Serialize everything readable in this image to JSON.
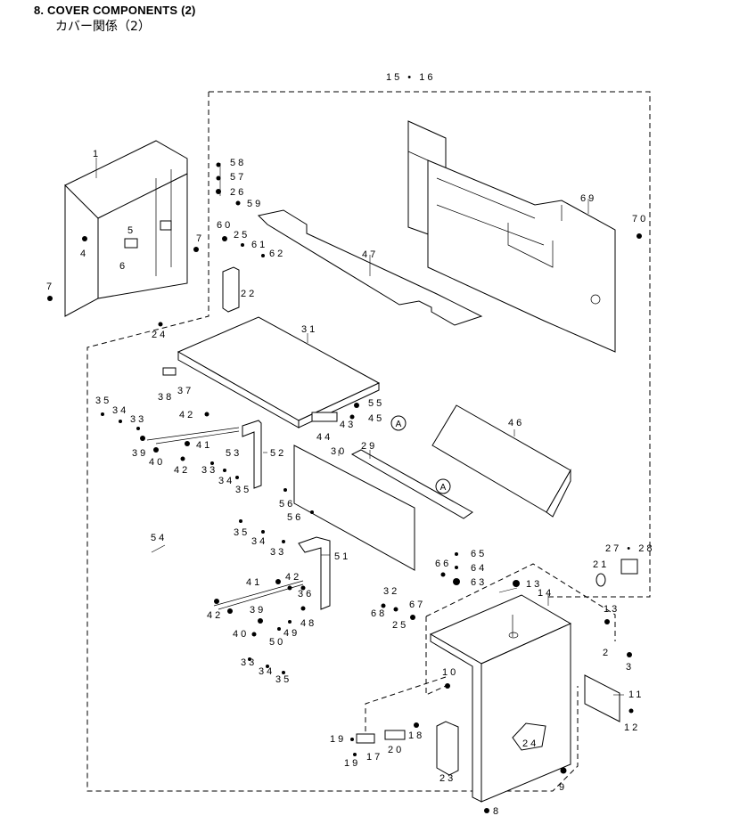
{
  "header": {
    "title": "8.  COVER COMPONENTS (2)",
    "subtitle": "カバー関係（2）"
  },
  "callouts": {
    "c1": "1",
    "c2": "2",
    "c3": "3",
    "c4": "4",
    "c5": "5",
    "c6": "6",
    "c7a": "7",
    "c7b": "7",
    "c8": "8",
    "c9": "9",
    "c10": "10",
    "c11": "11",
    "c12": "12",
    "c13a": "13",
    "c13b": "13",
    "c14": "14",
    "c1516": "15 • 16",
    "c17": "17",
    "c18": "18",
    "c19a": "19",
    "c19b": "19",
    "c20": "20",
    "c21": "21",
    "c22": "22",
    "c23": "23",
    "c24a": "24",
    "c24b": "24",
    "c25a": "25",
    "c25b": "25",
    "c26": "26",
    "c2728": "27 • 28",
    "c29": "29",
    "c30": "30",
    "c31": "31",
    "c32": "32",
    "c33a": "33",
    "c33b": "33",
    "c33c": "33",
    "c33d": "33",
    "c34a": "34",
    "c34b": "34",
    "c34c": "34",
    "c34d": "34",
    "c35a": "35",
    "c35b": "35",
    "c35c": "35",
    "c35d": "35",
    "c36": "36",
    "c37": "37",
    "c38": "38",
    "c39a": "39",
    "c39b": "39",
    "c40a": "40",
    "c40b": "40",
    "c41a": "41",
    "c41b": "41",
    "c42a": "42",
    "c42b": "42",
    "c42c": "42",
    "c42d": "42",
    "c43": "43",
    "c44": "44",
    "c45": "45",
    "c46": "46",
    "c47": "47",
    "c48": "48",
    "c49": "49",
    "c50": "50",
    "c51": "51",
    "c52": "52",
    "c53": "53",
    "c54": "54",
    "c55": "55",
    "c56a": "56",
    "c56b": "56",
    "c57": "57",
    "c58": "58",
    "c59": "59",
    "c60": "60",
    "c61": "61",
    "c62": "62",
    "c63": "63",
    "c64": "64",
    "c65": "65",
    "c66": "66",
    "c67": "67",
    "c68": "68",
    "c69": "69",
    "c70": "70",
    "refA1": "A",
    "refA2": "A"
  }
}
